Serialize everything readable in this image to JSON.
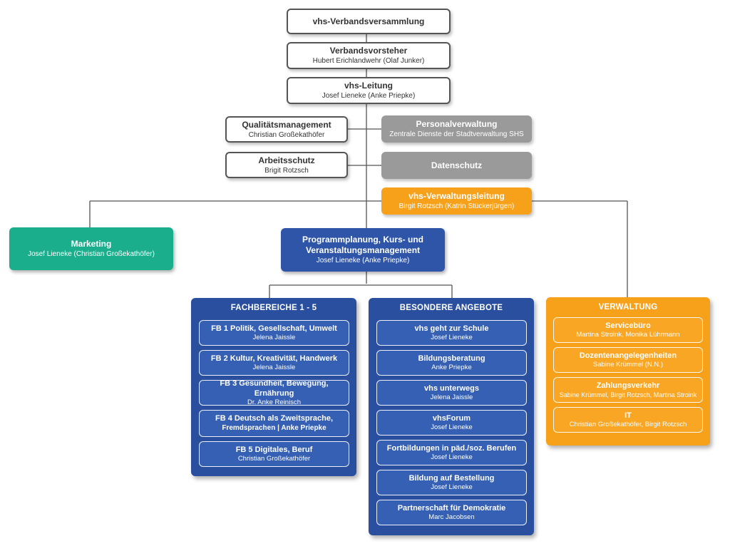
{
  "top": {
    "versammlung": {
      "title": "vhs-Verbandsversammlung"
    },
    "vorsteher": {
      "title": "Verbandsvorsteher",
      "sub": "Hubert Erichlandwehr (Olaf Junker)"
    },
    "leitung": {
      "title": "vhs-Leitung",
      "sub": "Josef Lieneke (Anke Priepke)"
    }
  },
  "staff": {
    "qm": {
      "title": "Qualitätsmanagement",
      "sub": "Christian Großekathöfer"
    },
    "arbeitsschutz": {
      "title": "Arbeitsschutz",
      "sub": "Brigit Rotzsch"
    },
    "personal": {
      "title": "Personalverwaltung",
      "sub": "Zentrale Dienste der Stadtverwaltung SHS"
    },
    "datenschutz": {
      "title": "Datenschutz"
    },
    "verwaltungsleitung": {
      "title": "vhs-Verwaltungsleitung",
      "sub": "Birgit Rotzsch (Katrin Stückerjürgen)"
    }
  },
  "marketing": {
    "title": "Marketing",
    "sub": "Josef Lieneke (Christian Großekathöfer)"
  },
  "programm": {
    "title1": "Programmplanung, Kurs- und",
    "title2": "Veranstaltungsmanagement",
    "sub": "Josef Lieneke (Anke Priepke)"
  },
  "fachbereiche": {
    "title": "FACHBEREICHE  1 - 5",
    "items": [
      {
        "title": "FB 1 Politik, Gesellschaft, Umwelt",
        "sub": "Jelena Jaissle"
      },
      {
        "title": "FB 2 Kultur, Kreativität, Handwerk",
        "sub": "Jelena Jaissle"
      },
      {
        "title": "FB 3 Gesundheit, Bewegung, Ernährung",
        "sub": "Dr. Anke Reinisch"
      },
      {
        "title": "FB 4 Deutsch als Zweitsprache,",
        "sub": "Fremdsprachen | Anke Priepke"
      },
      {
        "title": "FB 5 Digitales, Beruf",
        "sub": "Christian Großekathöfer"
      }
    ]
  },
  "besondere": {
    "title": "BESONDERE ANGEBOTE",
    "items": [
      {
        "title": "vhs geht zur Schule",
        "sub": "Josef Lieneke"
      },
      {
        "title": "Bildungsberatung",
        "sub": "Anke Priepke"
      },
      {
        "title": "vhs unterwegs",
        "sub": "Jelena Jaissle"
      },
      {
        "title": "vhsForum",
        "sub": "Josef Lieneke"
      },
      {
        "title": "Fortbildungen in päd./soz. Berufen",
        "sub": "Josef Lieneke"
      },
      {
        "title": "Bildung auf Bestellung",
        "sub": "Josef Lieneke"
      },
      {
        "title": "Partnerschaft für Demokratie",
        "sub": "Marc Jacobsen"
      }
    ]
  },
  "verwaltung": {
    "title": "VERWALTUNG",
    "items": [
      {
        "title": "Servicebüro",
        "sub": "Martina Stroink, Monika Lührmann"
      },
      {
        "title": "Dozentenangelegenheiten",
        "sub": "Sabine Krümmel (N.N.)"
      },
      {
        "title": "Zahlungsverkehr",
        "sub": "Sabine Krümmel, Birgit Rotzsch, Martina Stroink"
      },
      {
        "title": "IT",
        "sub": "Christian Großekathöfer, Birgit Rotzsch"
      }
    ]
  },
  "colors": {
    "line": "#555555",
    "blue": "#2f55a8",
    "orange": "#f7a11a",
    "teal": "#1aae8c",
    "gray": "#9a9a9a"
  }
}
